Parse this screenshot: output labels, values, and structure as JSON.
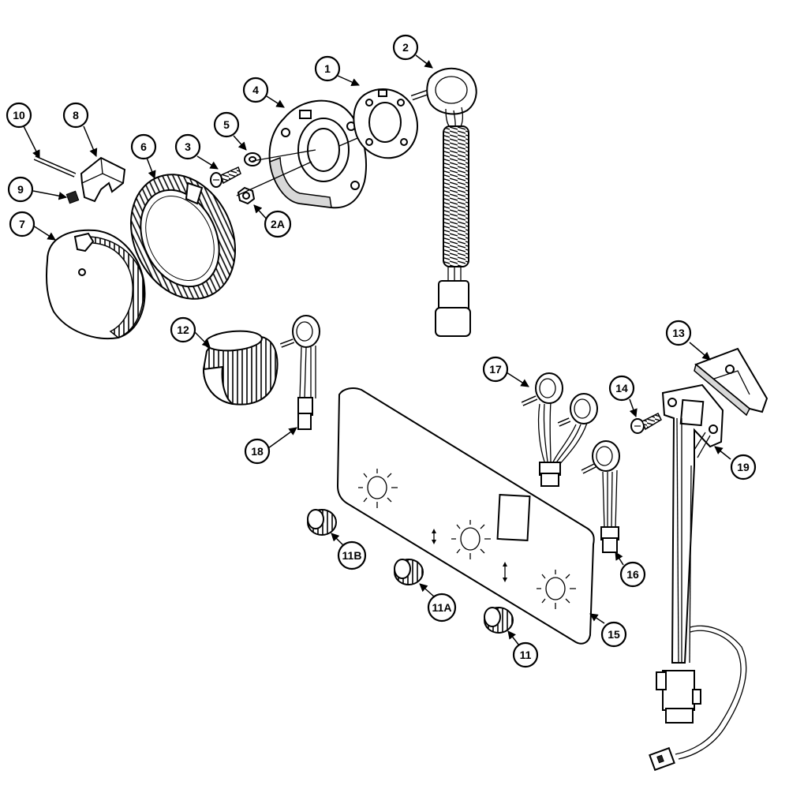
{
  "callouts": {
    "c1": "1",
    "c2": "2",
    "c2a": "2A",
    "c3": "3",
    "c4": "4",
    "c5": "5",
    "c6": "6",
    "c7": "7",
    "c8": "8",
    "c9": "9",
    "c10": "10",
    "c11": "11",
    "c11a": "11A",
    "c11b": "11B",
    "c12": "12",
    "c13": "13",
    "c14": "14",
    "c15": "15",
    "c16": "16",
    "c17": "17",
    "c18": "18",
    "c19": "19"
  }
}
